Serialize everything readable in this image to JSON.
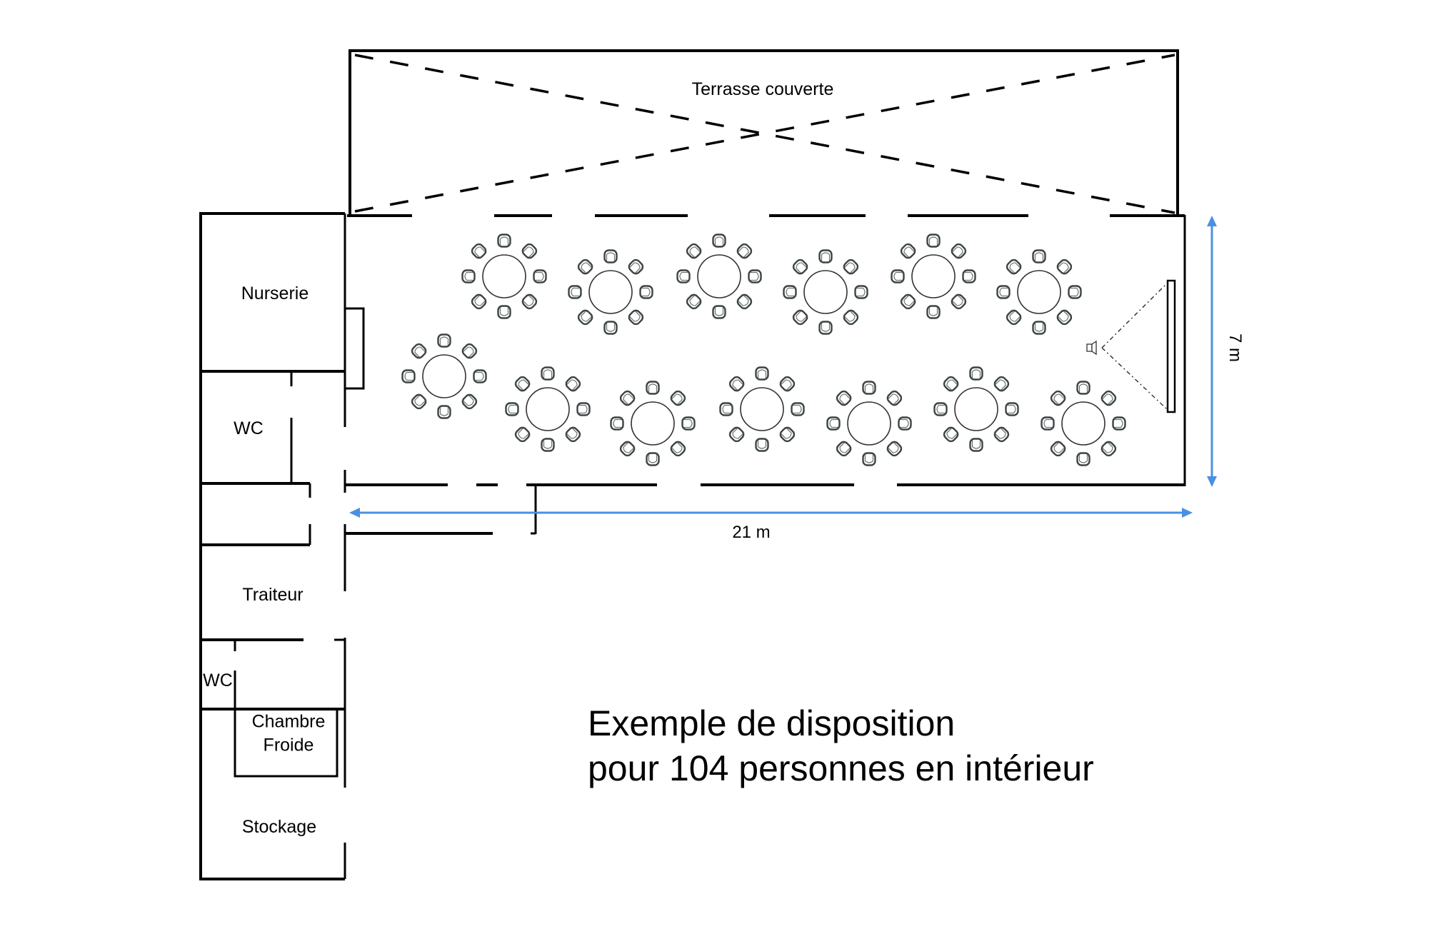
{
  "title": {
    "line1": "Exemple de disposition",
    "line2": "pour 104 personnes en intérieur"
  },
  "rooms": {
    "terrace": "Terrasse couverte",
    "nursery": "Nurserie",
    "wc_upper": "WC",
    "catering": "Traiteur",
    "wc_lower": "WC",
    "cold_room_line1": "Chambre",
    "cold_room_line2": "Froide",
    "storage": "Stockage"
  },
  "dimensions": {
    "length_label": "21 m",
    "width_label": "7 m",
    "length_m": 21,
    "width_m": 7
  },
  "seating": {
    "table_shape": "round",
    "table_count": 13,
    "seats_per_table": 8,
    "total_guests": 104,
    "rows": [
      {
        "name": "back-row",
        "tables": 6
      },
      {
        "name": "front-row",
        "tables": 7
      }
    ]
  },
  "equipment": {
    "projector_icon": "projector-icon",
    "screen": "projection-screen"
  },
  "colors": {
    "walls": "#000000",
    "furniture": "#3d4444",
    "dimension_lines": "#4a90e2",
    "background": "#ffffff"
  }
}
